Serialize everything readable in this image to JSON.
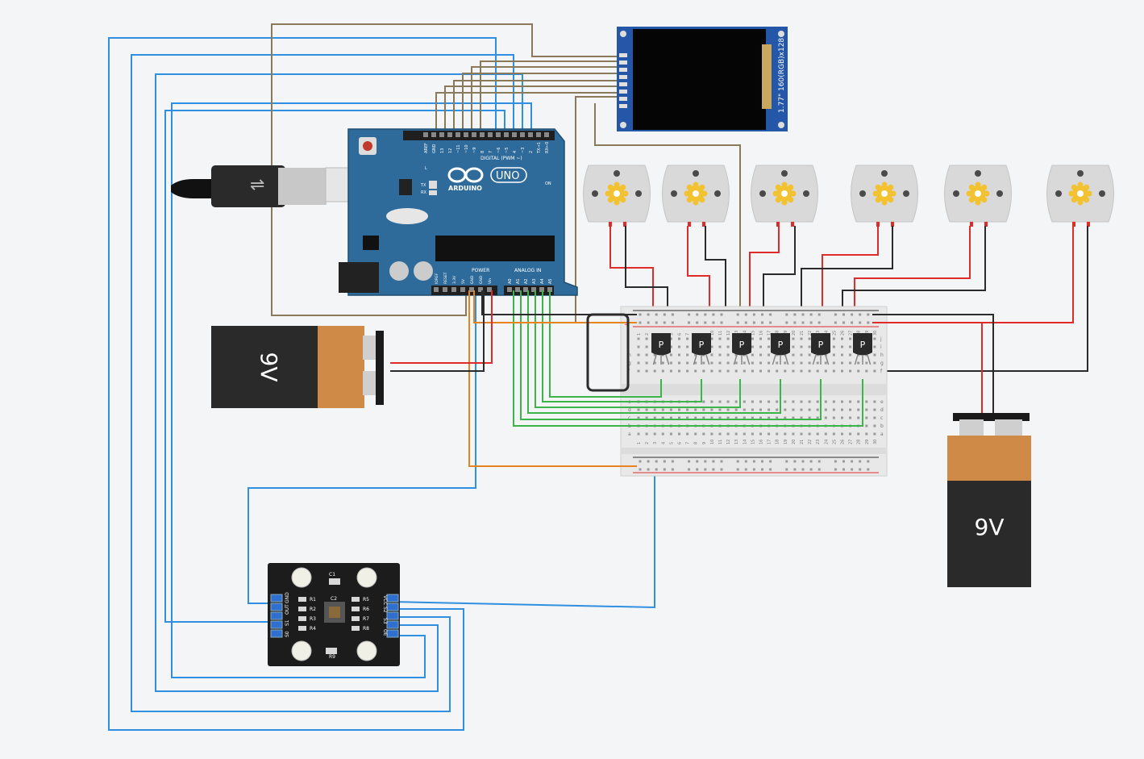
{
  "arduino": {
    "brand": "ARDUINO",
    "model": "UNO",
    "digital_header": "DIGITAL (PWM ~)",
    "power_header": "POWER",
    "analog_header": "ANALOG IN",
    "digital_pins": [
      "AREF",
      "GND",
      "13",
      "12",
      "~11",
      "~10",
      "~9",
      "8",
      "7",
      "~6",
      "~5",
      "4",
      "~3",
      "2",
      "TX→1",
      "RX←0"
    ],
    "power_pins": [
      "IOREF",
      "RESET",
      "3.3V",
      "5V",
      "GND",
      "GND",
      "Vin"
    ],
    "analog_pins": [
      "A0",
      "A1",
      "A2",
      "A3",
      "A4",
      "A5"
    ],
    "led_labels": [
      "L",
      "TX",
      "RX"
    ],
    "on_label": "ON"
  },
  "lcd": {
    "label": "1.77\" 160(RGB)x128"
  },
  "battery_left": {
    "label": "9V"
  },
  "battery_right": {
    "label": "9V"
  },
  "transistor_label": "P",
  "motor_count": 6,
  "breadboard": {
    "column_numbers": [
      "1",
      "2",
      "3",
      "4",
      "5",
      "6",
      "7",
      "8",
      "9",
      "10",
      "11",
      "12",
      "13",
      "14",
      "15",
      "16",
      "17",
      "18",
      "19",
      "20",
      "21",
      "22",
      "23",
      "24",
      "25",
      "26",
      "27",
      "28",
      "29",
      "30"
    ],
    "row_letters_top": [
      "j",
      "i",
      "h",
      "g",
      "f"
    ],
    "row_letters_bottom": [
      "e",
      "d",
      "c",
      "b",
      "a"
    ],
    "rail_plus": "+",
    "rail_minus": "-"
  },
  "color_sensor": {
    "labels_left": [
      "S0",
      "S1",
      "OUT",
      "GND"
    ],
    "labels_right": [
      "VCC",
      "S2",
      "S3",
      "OE"
    ],
    "chip_labels": [
      "C1",
      "C2",
      "R1",
      "R2",
      "R3",
      "R4",
      "R5",
      "R6",
      "R7",
      "R8",
      "R9"
    ]
  },
  "colors": {
    "wire_blue": "#2f8fe0",
    "wire_brown": "#8a7a5a",
    "wire_green": "#3bb54a",
    "wire_orange": "#e6841f",
    "wire_red": "#e02b2b",
    "wire_black": "#2b2b2b",
    "arduino_blue": "#2f6b9a",
    "battery_orange": "#d08a47"
  }
}
